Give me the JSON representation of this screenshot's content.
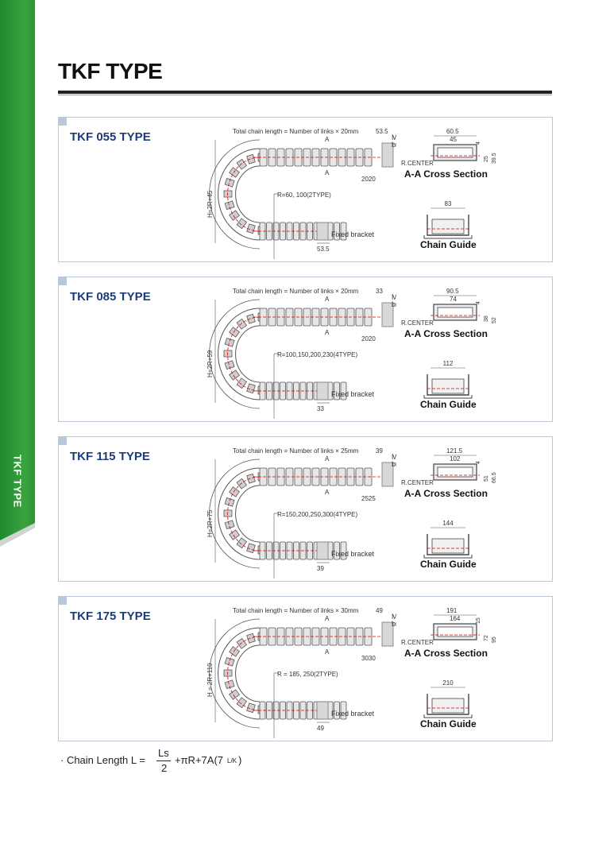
{
  "sidebar": {
    "label": "TKF TYPE",
    "color": "#2f9435"
  },
  "page": {
    "title": "TKF TYPE"
  },
  "common": {
    "moving_line1": "Moving",
    "moving_line2": "bracket",
    "fixed_bracket": "Fixed bracket",
    "r_center": "R.CENTER",
    "section_marker": "A",
    "cross_section_label": "A-A Cross Section",
    "chain_guide_label": "Chain Guide"
  },
  "panels": [
    {
      "title": "TKF 055 TYPE",
      "total_length": "Total chain length = Number of links × 20mm",
      "bracket_dim": "53.5",
      "pitch_pair": "2020",
      "h_label": "H=2R+45",
      "radius_label": "R=60, 100(2TYPE)",
      "fixed_dim": "53.5",
      "outer_width": "60.5",
      "inner_width": "45",
      "dim_top": "4",
      "dim_inner_h": "25",
      "dim_outer_h": "39.5",
      "guide_width": "83"
    },
    {
      "title": "TKF 085 TYPE",
      "total_length": "Total chain length = Number of links × 20mm",
      "bracket_dim": "33",
      "pitch_pair": "2020",
      "h_label": "H=2R+59",
      "radius_label": "R=100,150,200,230(4TYPE)",
      "fixed_dim": "33",
      "outer_width": "90.5",
      "inner_width": "74",
      "dim_top": "4",
      "dim_inner_h": "38",
      "dim_outer_h": "52",
      "guide_width": "112"
    },
    {
      "title": "TKF 115 TYPE",
      "total_length": "Total chain length = Number of links × 25mm",
      "bracket_dim": "39",
      "pitch_pair": "2525",
      "h_label": "H=2R+75",
      "radius_label": "R=150,200,250,300(4TYPE)",
      "fixed_dim": "39",
      "outer_width": "121.5",
      "inner_width": "102",
      "dim_top": "4",
      "dim_inner_h": "51",
      "dim_outer_h": "66.5",
      "guide_width": "144"
    },
    {
      "title": "TKF 175 TYPE",
      "total_length": "Total chain length = Number of links × 30mm",
      "bracket_dim": "49",
      "pitch_pair": "3030",
      "h_label": "H = 2R+110",
      "radius_label": "R = 185, 250(2TYPE)",
      "fixed_dim": "49",
      "outer_width": "191",
      "inner_width": "164",
      "dim_top": "15",
      "dim_inner_h": "72",
      "dim_outer_h": "95",
      "guide_width": "210"
    }
  ],
  "formula": {
    "prefix": "· Chain Length L =",
    "numerator": "Ls",
    "denominator": "2",
    "suffix": "+πR+7A(7",
    "subscript": "L/K",
    "close": ")"
  }
}
